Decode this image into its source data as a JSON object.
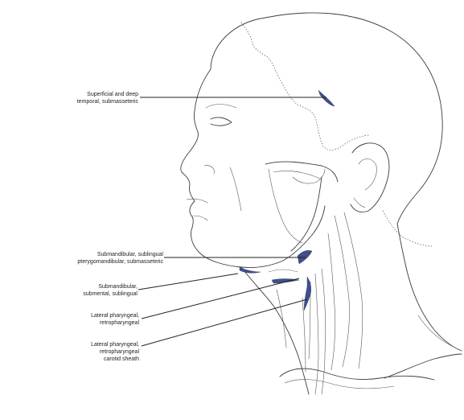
{
  "figure": {
    "labels": [
      {
        "id": "temporal",
        "lines": [
          "Superficial and deep",
          "temporal, submasseteric"
        ]
      },
      {
        "id": "submandibular-pterygo",
        "lines": [
          "Submandibular, sublingual",
          "pterygomandibular, submasseteric"
        ]
      },
      {
        "id": "submandibular-submental",
        "lines": [
          "Submandibular,",
          "submental, sublingual"
        ]
      },
      {
        "id": "lateral-retro",
        "lines": [
          "Lateral pharyngeal,",
          "retropharyngeal"
        ]
      },
      {
        "id": "lateral-retro-carotid",
        "lines": [
          "Lateral pharyngeal,",
          "retropharyngeal",
          "carotid sheath"
        ]
      }
    ],
    "colors": {
      "space_highlight": "#3e4f8a",
      "line_art": "#3c3c3c"
    }
  }
}
